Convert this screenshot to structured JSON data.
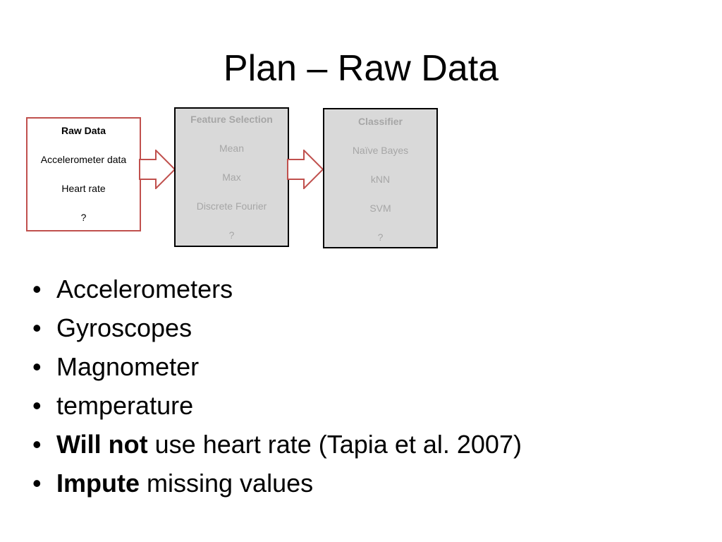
{
  "slide": {
    "title": "Plan – Raw Data"
  },
  "diagram": {
    "raw_box": {
      "header": "Raw Data",
      "items": [
        "Accelerometer data",
        "Heart rate",
        "?"
      ]
    },
    "feature_box": {
      "header": "Feature Selection",
      "items": [
        "Mean",
        "Max",
        "Discrete Fourier",
        "?"
      ]
    },
    "classifier_box": {
      "header": "Classifier",
      "items": [
        "Naïve Bayes",
        "kNN",
        "SVM",
        "?"
      ]
    },
    "colors": {
      "raw_border": "#c0504d",
      "arrow_stroke": "#c0504d",
      "grey_fill": "#d9d9d9",
      "grey_text": "#a6a6a6"
    }
  },
  "bullets": [
    {
      "bullet": "•",
      "bold": "",
      "text": "Accelerometers"
    },
    {
      "bullet": "•",
      "bold": "",
      "text": "Gyroscopes"
    },
    {
      "bullet": "•",
      "bold": "",
      "text": "Magnometer"
    },
    {
      "bullet": "•",
      "bold": "",
      "text": "temperature"
    },
    {
      "bullet": "•",
      "bold": "Will not",
      "text": " use heart rate (Tapia et al. 2007)"
    },
    {
      "bullet": "•",
      "bold": "Impute",
      "text": " missing values"
    }
  ]
}
